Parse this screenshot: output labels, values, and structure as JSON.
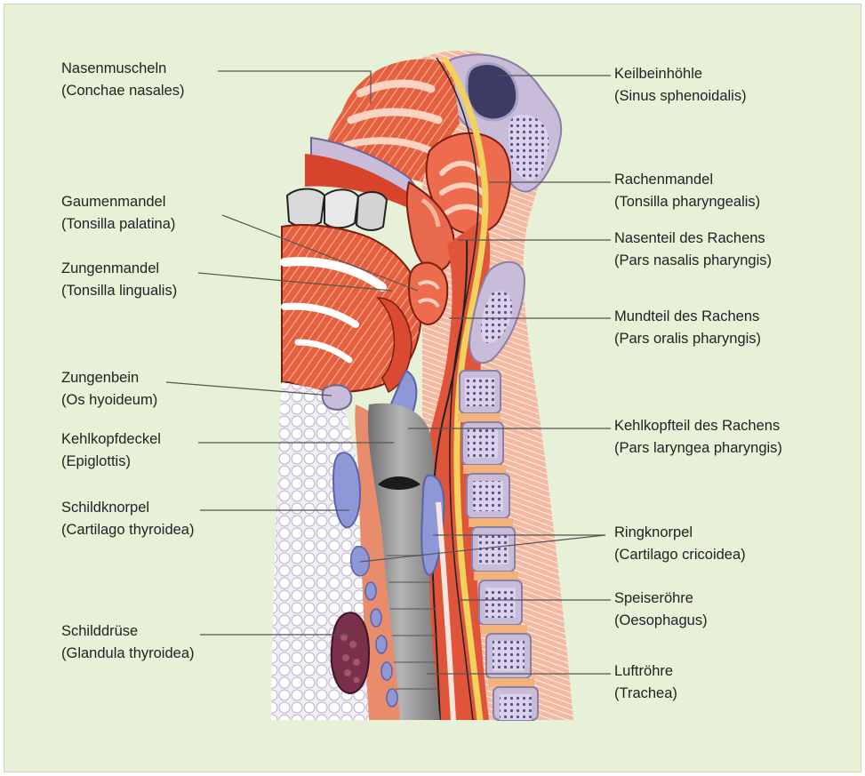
{
  "labels_left": [
    {
      "id": "nasenmuscheln",
      "name": "Nasenmuscheln",
      "latin": "(Conchae nasales)"
    },
    {
      "id": "gaumenmandel",
      "name": "Gaumenmandel",
      "latin": "(Tonsilla palatina)"
    },
    {
      "id": "zungenmandel",
      "name": "Zungenmandel",
      "latin": "(Tonsilla lingualis)"
    },
    {
      "id": "zungenbein",
      "name": "Zungenbein",
      "latin": "(Os hyoideum)"
    },
    {
      "id": "kehlkopfdeckel",
      "name": "Kehlkopfdeckel",
      "latin": "(Epiglottis)"
    },
    {
      "id": "schildknorpel",
      "name": "Schildknorpel",
      "latin": "(Cartilago thyroidea)"
    },
    {
      "id": "schilddruese",
      "name": "Schilddrüse",
      "latin": "(Glandula thyroidea)"
    }
  ],
  "labels_right": [
    {
      "id": "keilbeinhoehle",
      "name": "Keilbeinhöhle",
      "latin": "(Sinus sphenoidalis)"
    },
    {
      "id": "rachenmandel",
      "name": "Rachenmandel",
      "latin": "(Tonsilla pharyngealis)"
    },
    {
      "id": "nasenteil",
      "name": "Nasenteil des Rachens",
      "latin": "(Pars nasalis pharyngis)"
    },
    {
      "id": "mundteil",
      "name": "Mundteil des Rachens",
      "latin": "(Pars oralis pharyngis)"
    },
    {
      "id": "kehlkopfteil",
      "name": "Kehlkopfteil des Rachens",
      "latin": "(Pars laryngea pharyngis)"
    },
    {
      "id": "ringknorpel",
      "name": "Ringknorpel",
      "latin": "(Cartilago cricoidea)"
    },
    {
      "id": "speiseroehre",
      "name": "Speiseröhre",
      "latin": "(Oesophagus)"
    },
    {
      "id": "luftroehre",
      "name": "Luftröhre",
      "latin": "(Trachea)"
    }
  ],
  "colors": {
    "background": "#e6f1d8",
    "muscle": "#e0553a",
    "muscle_light": "#f2a383",
    "cartilage": "#a9b3e0",
    "bone": "#c9bedb",
    "airway": "#9a9a9a",
    "fat": "#ece9f2",
    "spinal_cord": "#f3d65a",
    "thyroid": "#7a2f4a",
    "leader_line": "#555555"
  }
}
